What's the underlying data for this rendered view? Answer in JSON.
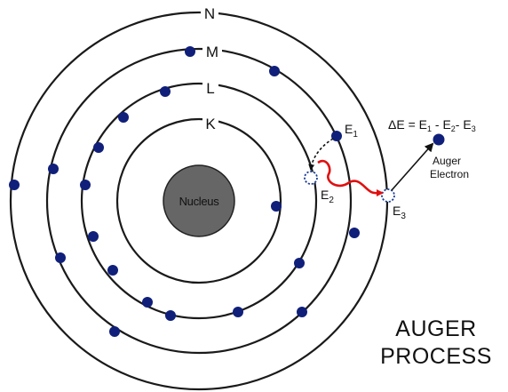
{
  "diagram": {
    "shells": [
      {
        "key": "k",
        "label": "K"
      },
      {
        "key": "l",
        "label": "L"
      },
      {
        "key": "m",
        "label": "M"
      },
      {
        "key": "n",
        "label": "N"
      }
    ],
    "nucleus_label": "Nucleus",
    "energy_labels": {
      "e1": {
        "letter": "E",
        "sub": "1"
      },
      "e2": {
        "letter": "E",
        "sub": "2"
      },
      "e3": {
        "letter": "E",
        "sub": "3"
      }
    },
    "formula": {
      "prefix": "ΔE = E",
      "s1": "1",
      "mid1": " - E",
      "s2": "2",
      "mid2": "- E",
      "s3": "3"
    },
    "auger_label_line1": "Auger",
    "auger_label_line2": "Electron",
    "title_line1": "AUGER",
    "title_line2": "PROCESS",
    "colors": {
      "electron": "#0f1f7a",
      "transition_arrow": "#e01010",
      "nucleus_fill": "#666666",
      "shell_stroke": "#1a1a1a"
    }
  }
}
